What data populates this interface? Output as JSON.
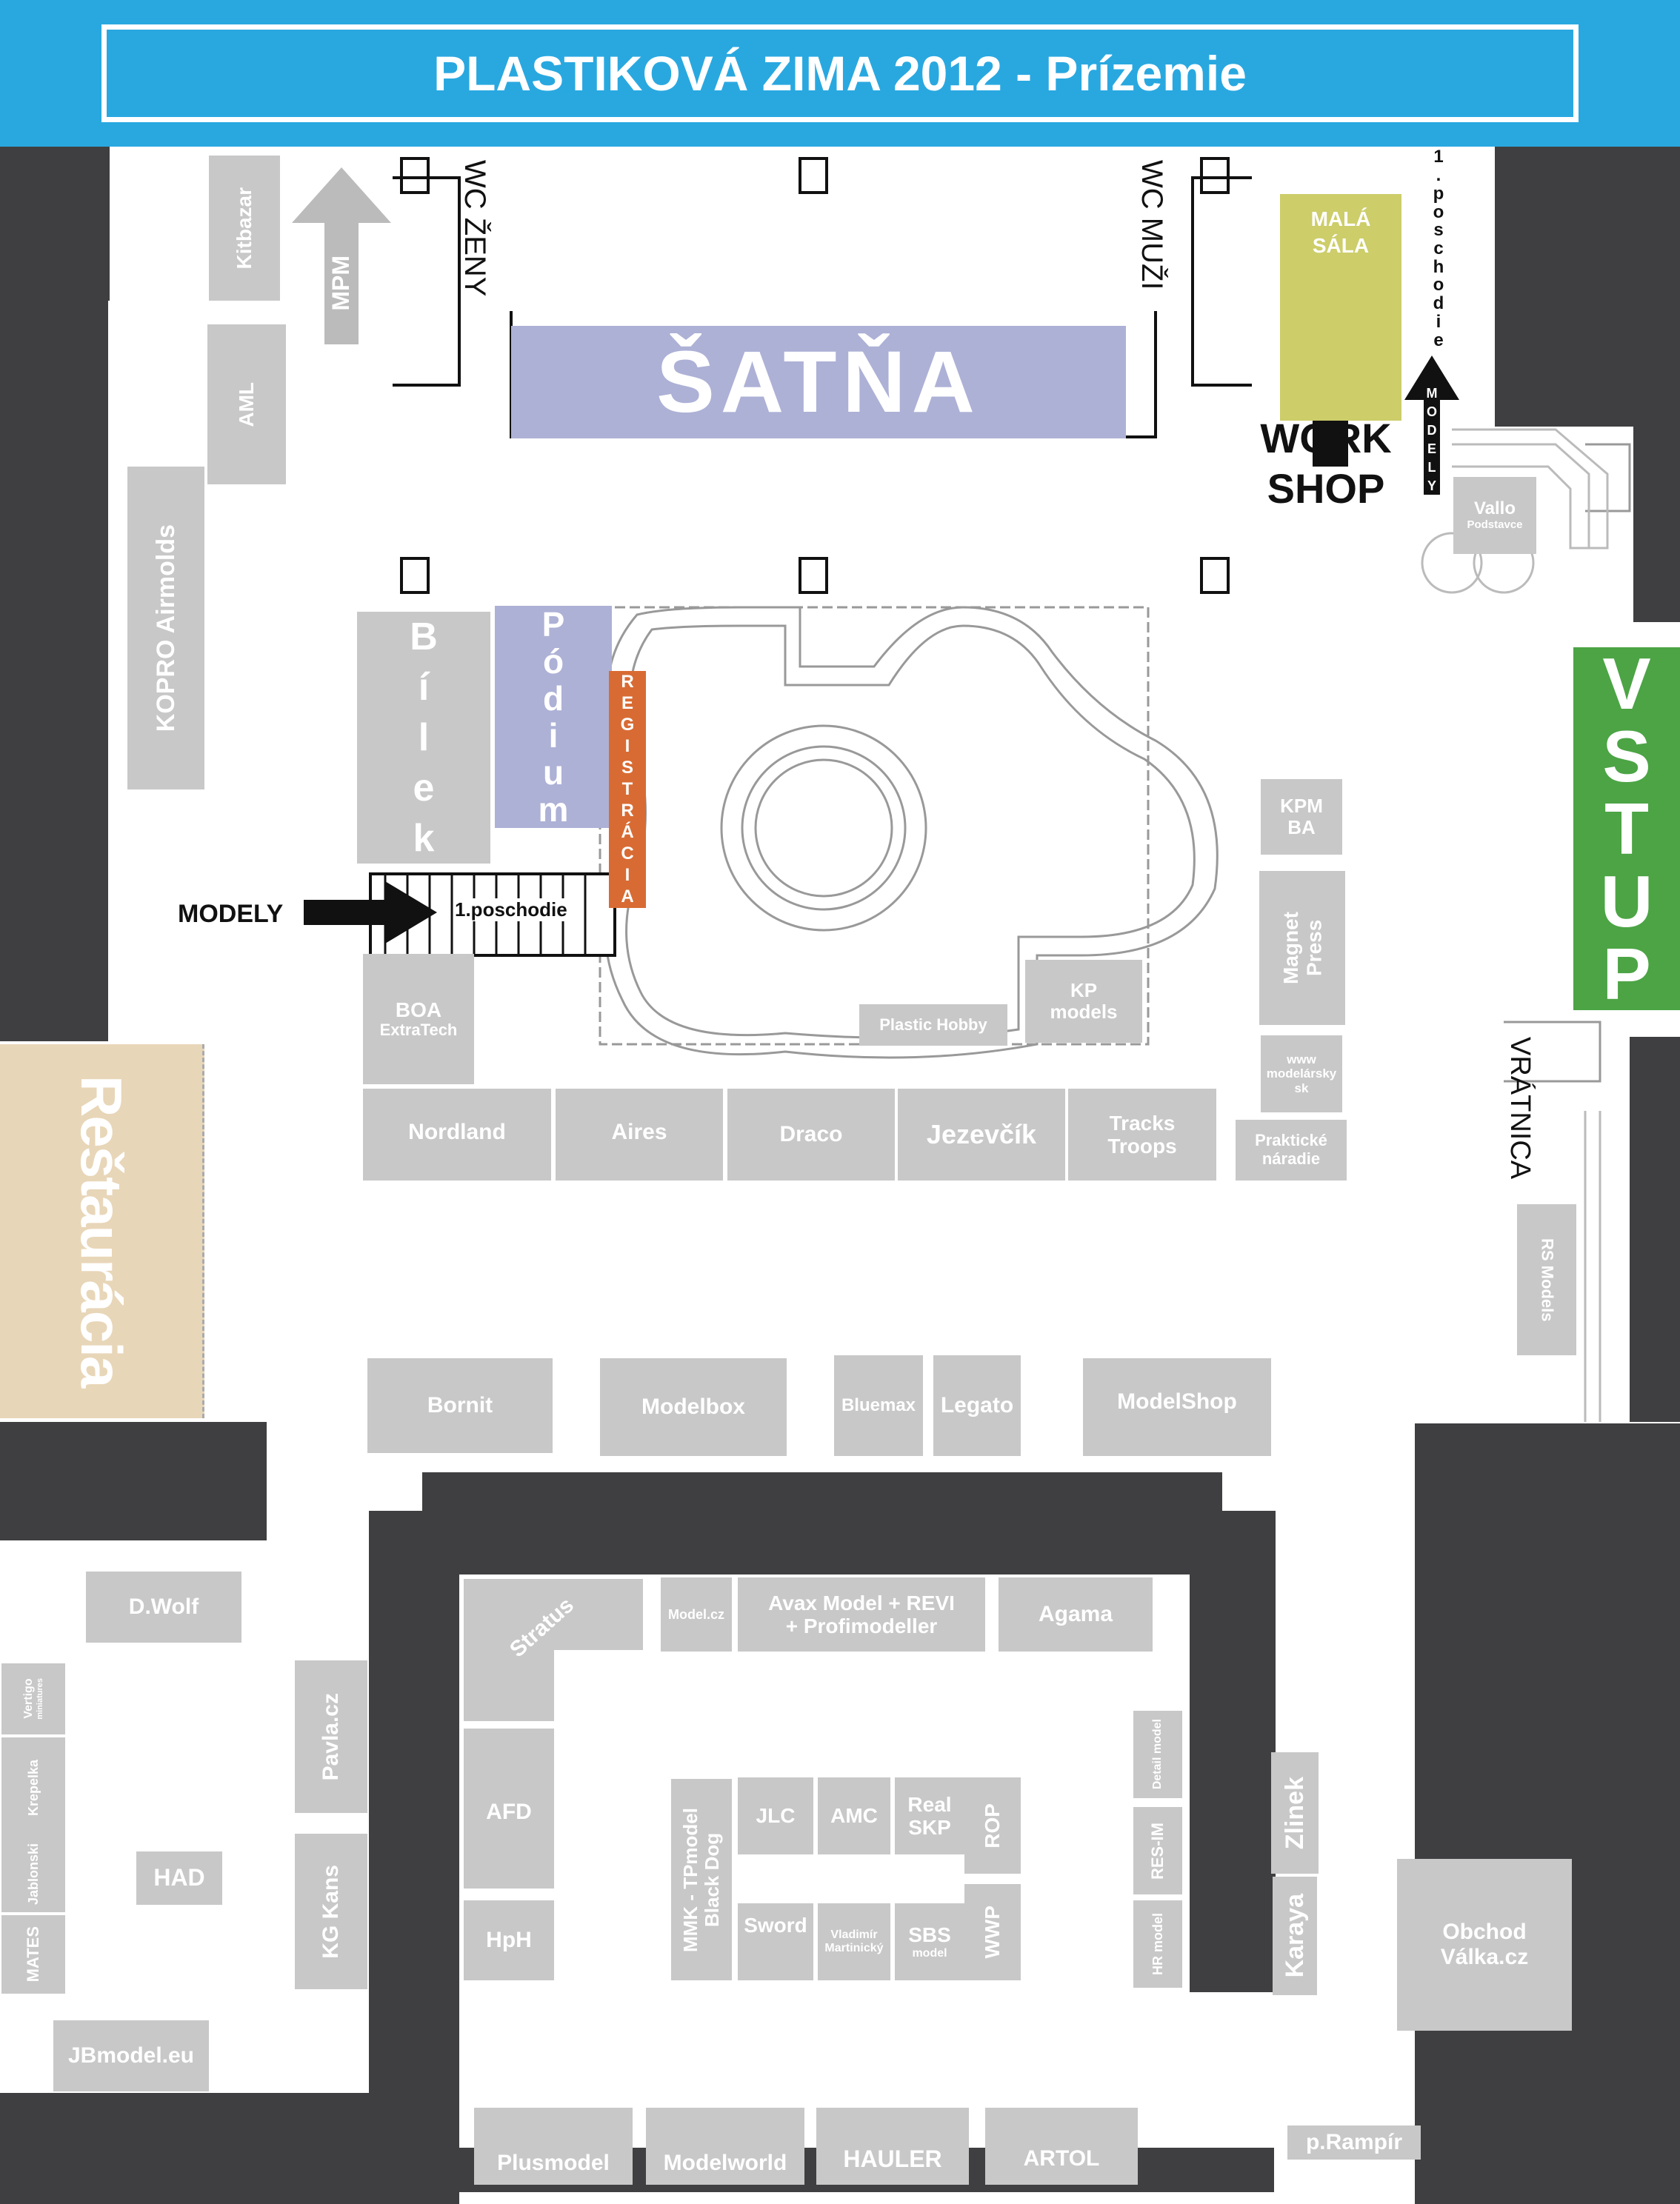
{
  "header": {
    "title": "PLASTIKOVÁ ZIMA 2012 - Prízemie"
  },
  "rooms": {
    "satna": "ŠATŇA",
    "wc_zeny": "WC ŽENY",
    "wc_muzi": "WC MUŽI",
    "mala_sala": "MALÁ SÁLA",
    "workshop": [
      "WORK",
      "SHOP"
    ],
    "vstup": [
      "V",
      "S",
      "T",
      "U",
      "P"
    ],
    "vratnica": "VRÁTNICA",
    "restauracia": "Reštaurácia",
    "podium": [
      "P",
      "ó",
      "d",
      "i",
      "u",
      "m"
    ],
    "bilek": [
      "B",
      "í",
      "l",
      "e",
      "k"
    ],
    "registracia": [
      "R",
      "E",
      "G",
      "I",
      "S",
      "T",
      "R",
      "Á",
      "C",
      "I",
      "A"
    ],
    "poschodie_top": [
      "1",
      ".",
      "p",
      "o",
      "s",
      "c",
      "h",
      "o",
      "d",
      "i",
      "e"
    ],
    "modely_top": [
      "M",
      "O",
      "D",
      "E",
      "L",
      "Y"
    ],
    "modely_left": "MODELY",
    "poschodie_stairs": "1.poschodie"
  },
  "stands": {
    "kitbazar": "Kitbazar",
    "mpm": "MPM",
    "aml": "AML",
    "kopro": "KOPRO Airmolds",
    "vallo": "Vallo",
    "vallo_sub": "Podstavce",
    "kpm": [
      "KPM",
      "BA"
    ],
    "magnet": [
      "Magnet",
      "Press"
    ],
    "www": [
      "www",
      "modelársky",
      "sk"
    ],
    "prakticke": [
      "Praktické",
      "náradie"
    ],
    "kp": [
      "KP",
      "models"
    ],
    "plastic_hobby": "Plastic Hobby",
    "boa": "BOA",
    "boa_sub": "ExtraTech",
    "nordland": "Nordland",
    "aires": "Aires",
    "draco": "Draco",
    "jezevcik": "Jezevčík",
    "tracks": [
      "Tracks",
      "Troops"
    ],
    "rs": "RS Models",
    "bornit": "Bornit",
    "modelbox": "Modelbox",
    "bluemax": "Bluemax",
    "legato": "Legato",
    "modelshop": "ModelShop",
    "dwolf": "D.Wolf",
    "vertigo": [
      "Vertigo",
      "miniatures"
    ],
    "krepelka": "Krepelka",
    "jablonski": "Jablonski",
    "mates": "MATES",
    "had": "HAD",
    "jbmodel": "JBmodel.eu",
    "pavla": "Pavla.cz",
    "kgkans": "KG Kans",
    "stratus": "Stratus",
    "modelcz": "Model.cz",
    "avax": [
      "Avax Model + REVI",
      "+ Profimodeller"
    ],
    "agama": "Agama",
    "afd": "AFD",
    "hph": "HpH",
    "mmk": [
      "MMK - TPmodel",
      "Black Dog"
    ],
    "jlc": "JLC",
    "amc": "AMC",
    "realskp": [
      "Real",
      "SKP"
    ],
    "rop": "ROP",
    "sword": "Sword",
    "vladimir": [
      "Vladimír",
      "Martinický"
    ],
    "sbs": "SBS",
    "sbs_sub": "model",
    "wwp": "WWP",
    "detail": "Detail model",
    "resim": "RES-IM",
    "hr": "HR model",
    "zlinek": "Zlinek",
    "karaya": "Karaya",
    "obchod": [
      "Obchod",
      "Válka.cz"
    ],
    "plusmodel": "Plusmodel",
    "modelworld": "Modelworld",
    "hauler": "HAULER",
    "artol": "ARTOL",
    "prampir": "p.Rampír"
  },
  "colors": {
    "header": "#29a8e0",
    "wall": "#3f3f41",
    "stand": "#c8c8c8",
    "satna": "#adb1d6",
    "podium": "#adb1d6",
    "registracia": "#d86b33",
    "mala_sala": "#cdcd6a",
    "vstup": "#4ca445",
    "restauracia": "#e8d6b8"
  }
}
